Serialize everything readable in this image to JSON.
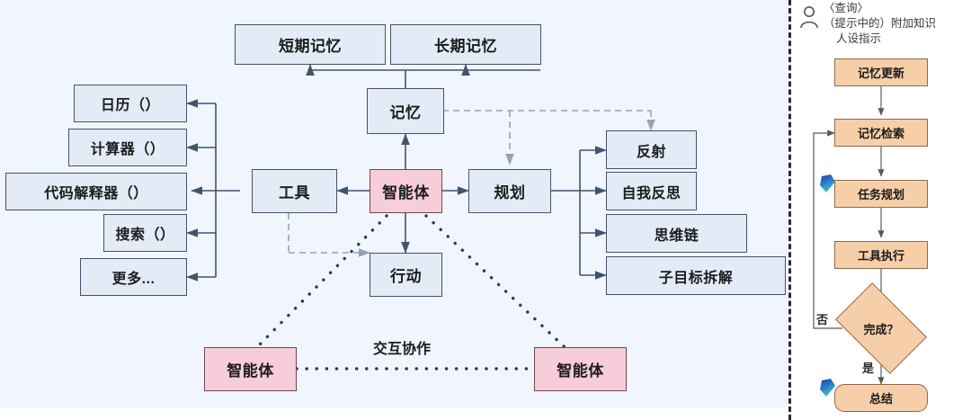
{
  "palette": {
    "panel_bg": "#f1f5fd",
    "box_blue": "#e3ebf7",
    "box_pink": "#f6cdd8",
    "box_orange": "#f6cfa8",
    "stroke_blue": "#41546e",
    "stroke_orange": "#8d6a4a",
    "divider": "#2b2b2b"
  },
  "left_diagram": {
    "title_hint": "agent-architecture-diagram",
    "memory_group": {
      "short_term": "短期记忆",
      "long_term": "长期记忆",
      "memory": "记忆"
    },
    "tools_group": {
      "tools": "工具",
      "items": [
        "日历（）",
        "计算器（）",
        "代码解释器（）",
        "搜索（）",
        "更多..."
      ]
    },
    "agent": "智能体",
    "action": "行动",
    "planning_group": {
      "planning": "规划",
      "items": [
        "反射",
        "自我反思",
        "思维链",
        "子目标拆解"
      ]
    },
    "collaboration": {
      "label": "交互协作",
      "agent_left": "智能体",
      "agent_right": "智能体"
    }
  },
  "right_flow": {
    "header_lines": [
      "〈查询〉",
      "（提示中的）附加知识",
      "人设指示"
    ],
    "header_icon": "person-icon",
    "steps": [
      {
        "label": "记忆更新",
        "shape": "rect",
        "icon": null
      },
      {
        "label": "记忆检索",
        "shape": "rect",
        "icon": null
      },
      {
        "label": "任务规划",
        "shape": "rect",
        "icon": "gradient-ribbon-icon"
      },
      {
        "label": "工具执行",
        "shape": "rect",
        "icon": null
      },
      {
        "label": "完成？",
        "shape": "diamond",
        "icon": null
      },
      {
        "label": "总结",
        "shape": "rounded",
        "icon": "gradient-ribbon-icon"
      }
    ],
    "branch_no": "否",
    "branch_yes": "是"
  }
}
